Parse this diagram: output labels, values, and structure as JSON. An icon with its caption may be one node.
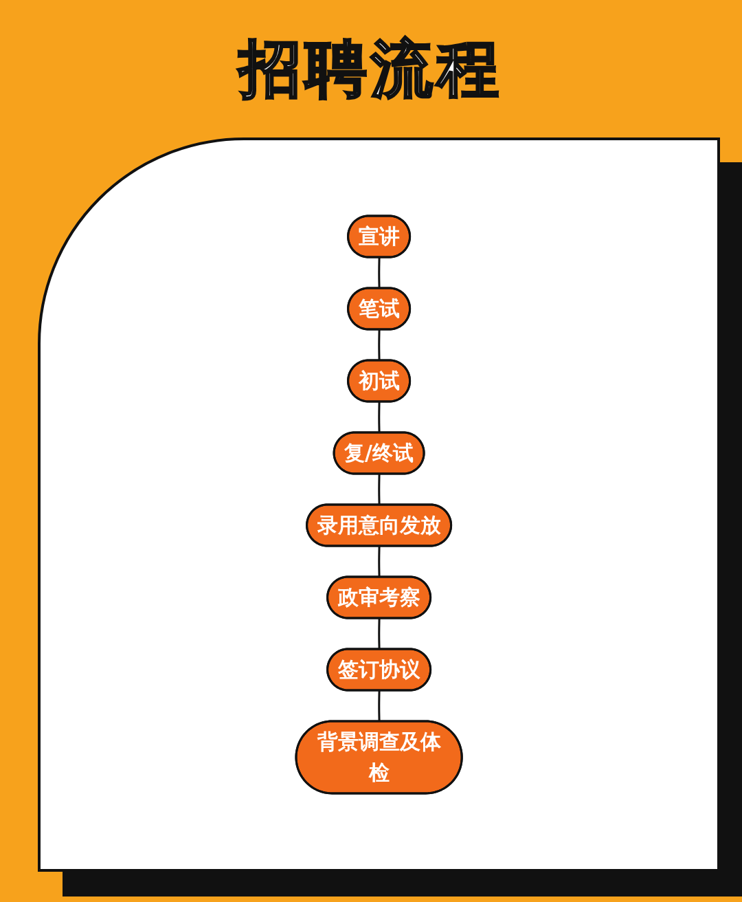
{
  "diagram": {
    "title": "招聘流程",
    "nodes": [
      {
        "text": [
          "宣讲"
        ]
      },
      {
        "text": [
          "笔试"
        ]
      },
      {
        "text": [
          "初试"
        ]
      },
      {
        "text": [
          "复/终试"
        ]
      },
      {
        "text": [
          "录用意向发放"
        ]
      },
      {
        "text": [
          "政审考察"
        ]
      },
      {
        "text": [
          "签订协议"
        ]
      },
      {
        "text": [
          "背景调查及体检"
        ]
      }
    ],
    "edges": [
      {
        "from": 0,
        "to": 1,
        "arrow": "none"
      },
      {
        "from": 1,
        "to": 2,
        "arrow": "none"
      },
      {
        "from": 2,
        "to": 3,
        "arrow": "none"
      },
      {
        "from": 3,
        "to": 4,
        "arrow": "none"
      },
      {
        "from": 4,
        "to": 5,
        "arrow": "none"
      },
      {
        "from": 5,
        "to": 6,
        "arrow": "none"
      },
      {
        "from": 6,
        "to": 7,
        "arrow": "none"
      }
    ]
  }
}
